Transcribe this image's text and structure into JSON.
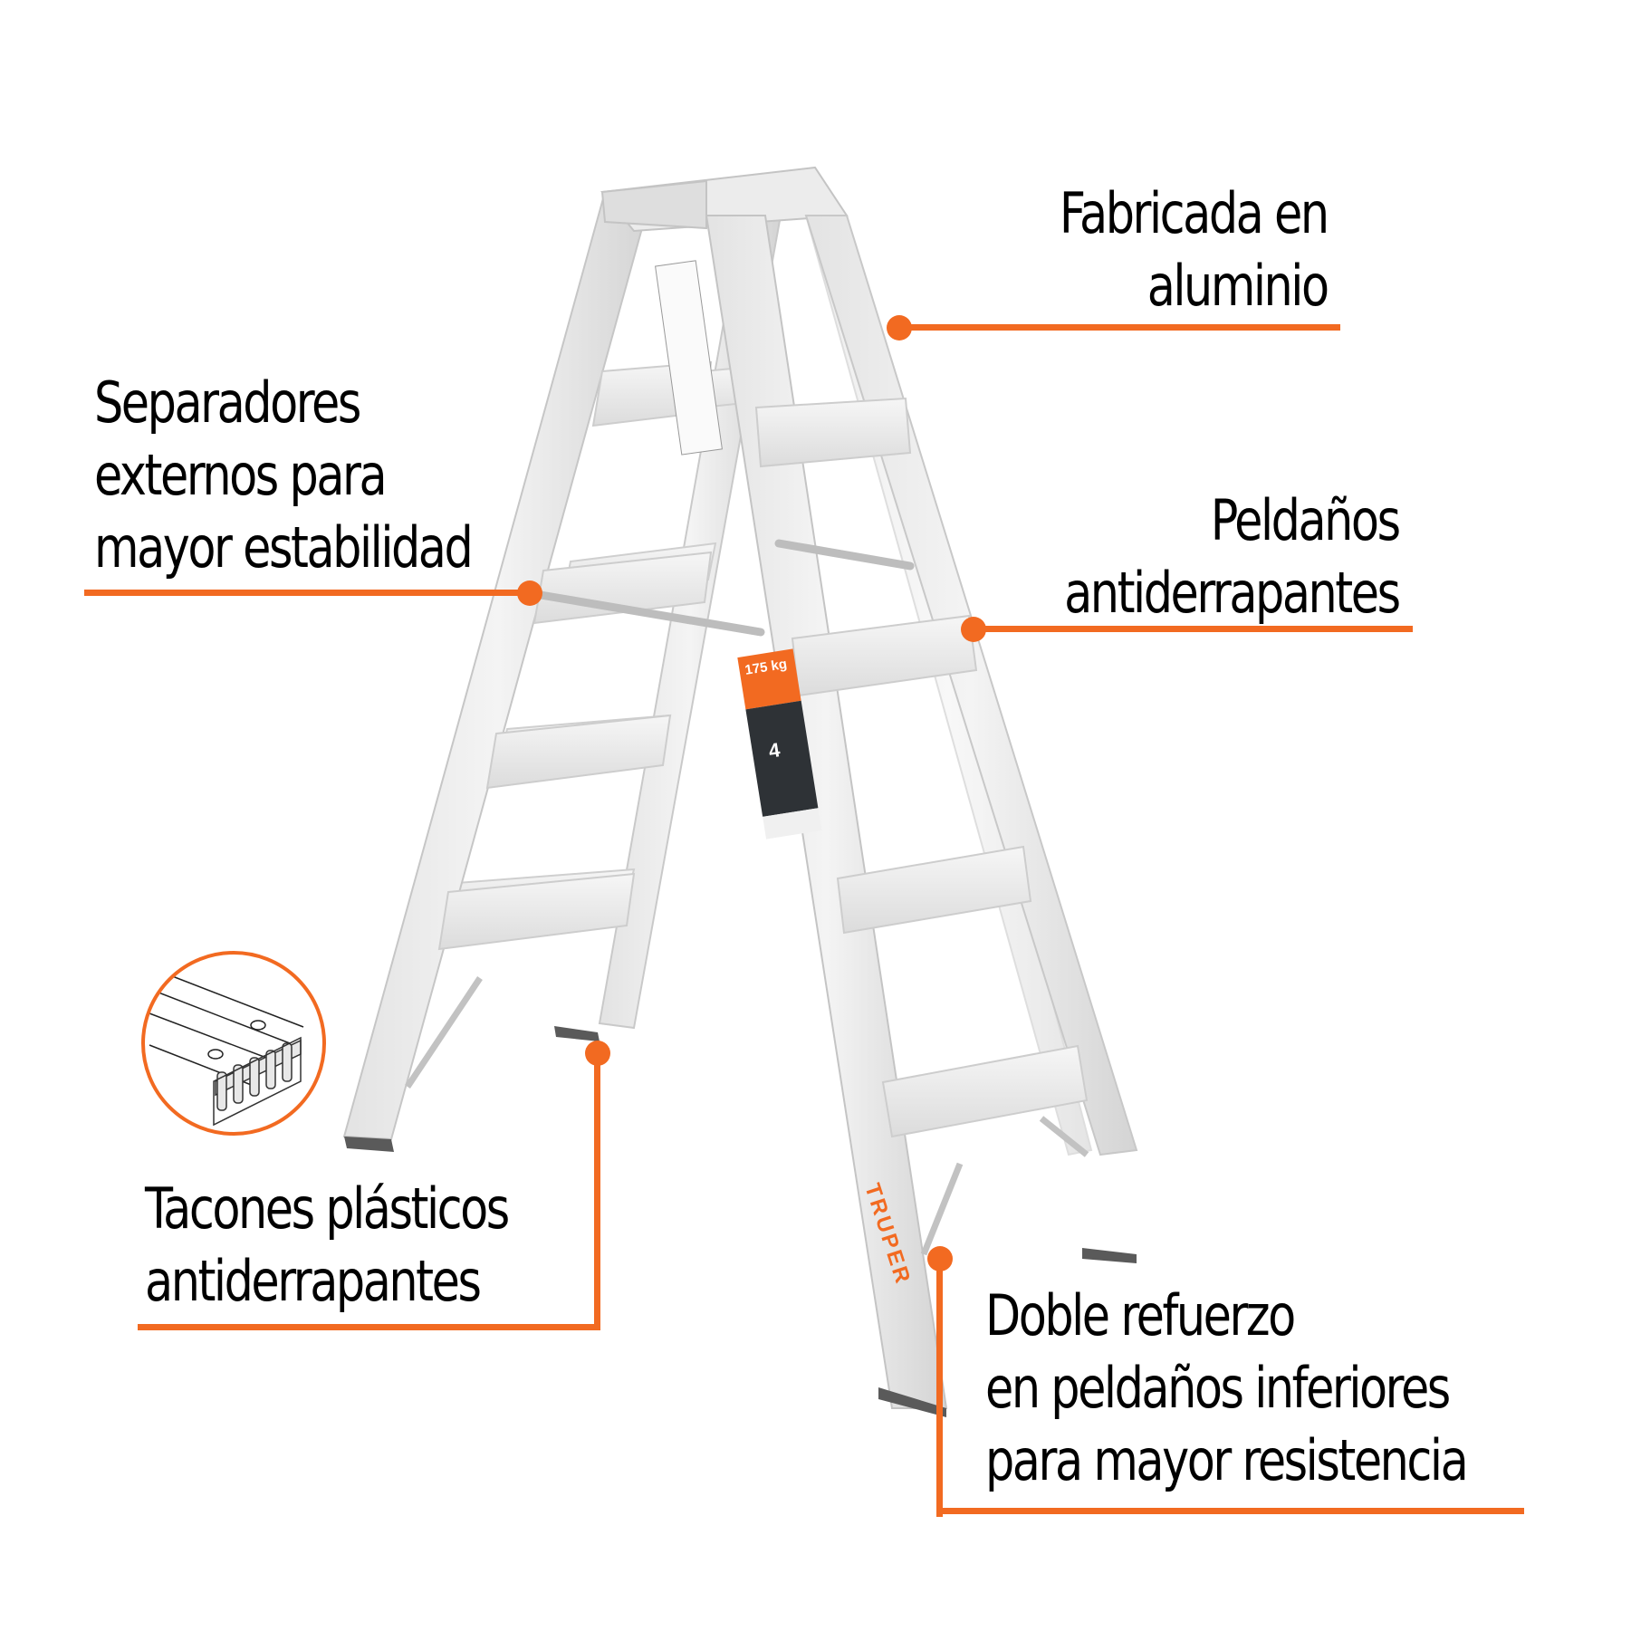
{
  "brand": {
    "name": "TRUPER",
    "accent_color": "#f26a21"
  },
  "product": {
    "type": "aluminum step ladder",
    "label_capacity": "175 kg",
    "label_steps": "4",
    "brand_mark": "TRUPER"
  },
  "callouts": [
    {
      "id": "material",
      "lines": [
        "Fabricada en",
        "aluminio"
      ]
    },
    {
      "id": "spreaders",
      "lines": [
        "Separadores",
        "externos para",
        "mayor estabilidad"
      ]
    },
    {
      "id": "steps",
      "lines": [
        "Peldaños",
        "antiderrapantes"
      ]
    },
    {
      "id": "feet",
      "lines": [
        "Tacones plásticos",
        "antiderrapantes"
      ]
    },
    {
      "id": "reinforcement",
      "lines": [
        "Doble refuerzo",
        "en peldaños inferiores",
        "para mayor resistencia"
      ]
    }
  ],
  "inset": {
    "icon": "non-slip-foot-detail-icon"
  }
}
